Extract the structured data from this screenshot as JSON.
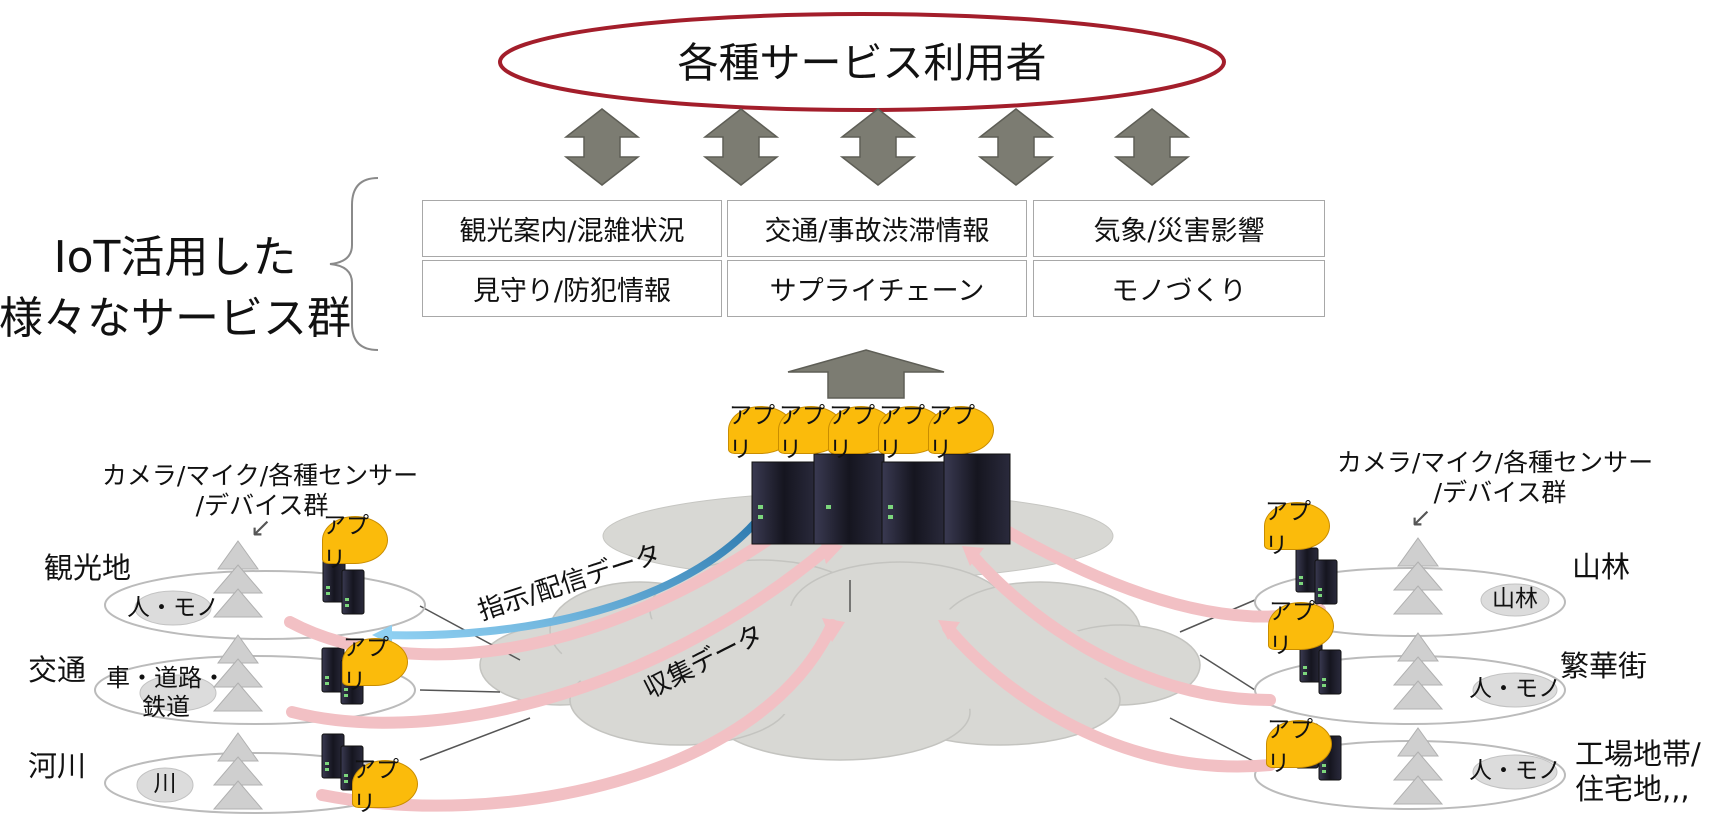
{
  "users_label": "各種サービス利用者",
  "service_group_label": [
    "IoT活用した",
    "様々なサービス群"
  ],
  "services": [
    [
      "観光案内/混雑状況",
      "交通/事故渋滞情報",
      "気象/災害影響"
    ],
    [
      "見守り/防犯情報",
      "サプライチェーン",
      "モノづくり"
    ]
  ],
  "app_label": "アプリ",
  "device_group_label": [
    "カメラ/マイク/各種センサー",
    "/デバイス群"
  ],
  "left_areas": [
    {
      "label": "観光地",
      "tag": "人・モノ"
    },
    {
      "label": "交通",
      "tag": "車・道路・\n鉄道"
    },
    {
      "label": "河川",
      "tag": "川"
    }
  ],
  "right_areas": [
    {
      "label": "山林",
      "tag": "山林"
    },
    {
      "label": "繁華街",
      "tag": "人・モノ"
    },
    {
      "label": "工場地帯/\n住宅地,,,",
      "tag": "人・モノ"
    }
  ],
  "flow_labels": {
    "instruction": "指示/配信データ",
    "collected": "収集データ"
  },
  "colors": {
    "ellipse_border": "#a31e2b",
    "app_bubble": "#fbbb0b",
    "arrow_gray": "#7a7a70",
    "cloud": "#d8d8d4",
    "flow_pink": "#f4c9cc",
    "flow_blue": "#3aa0d8"
  }
}
